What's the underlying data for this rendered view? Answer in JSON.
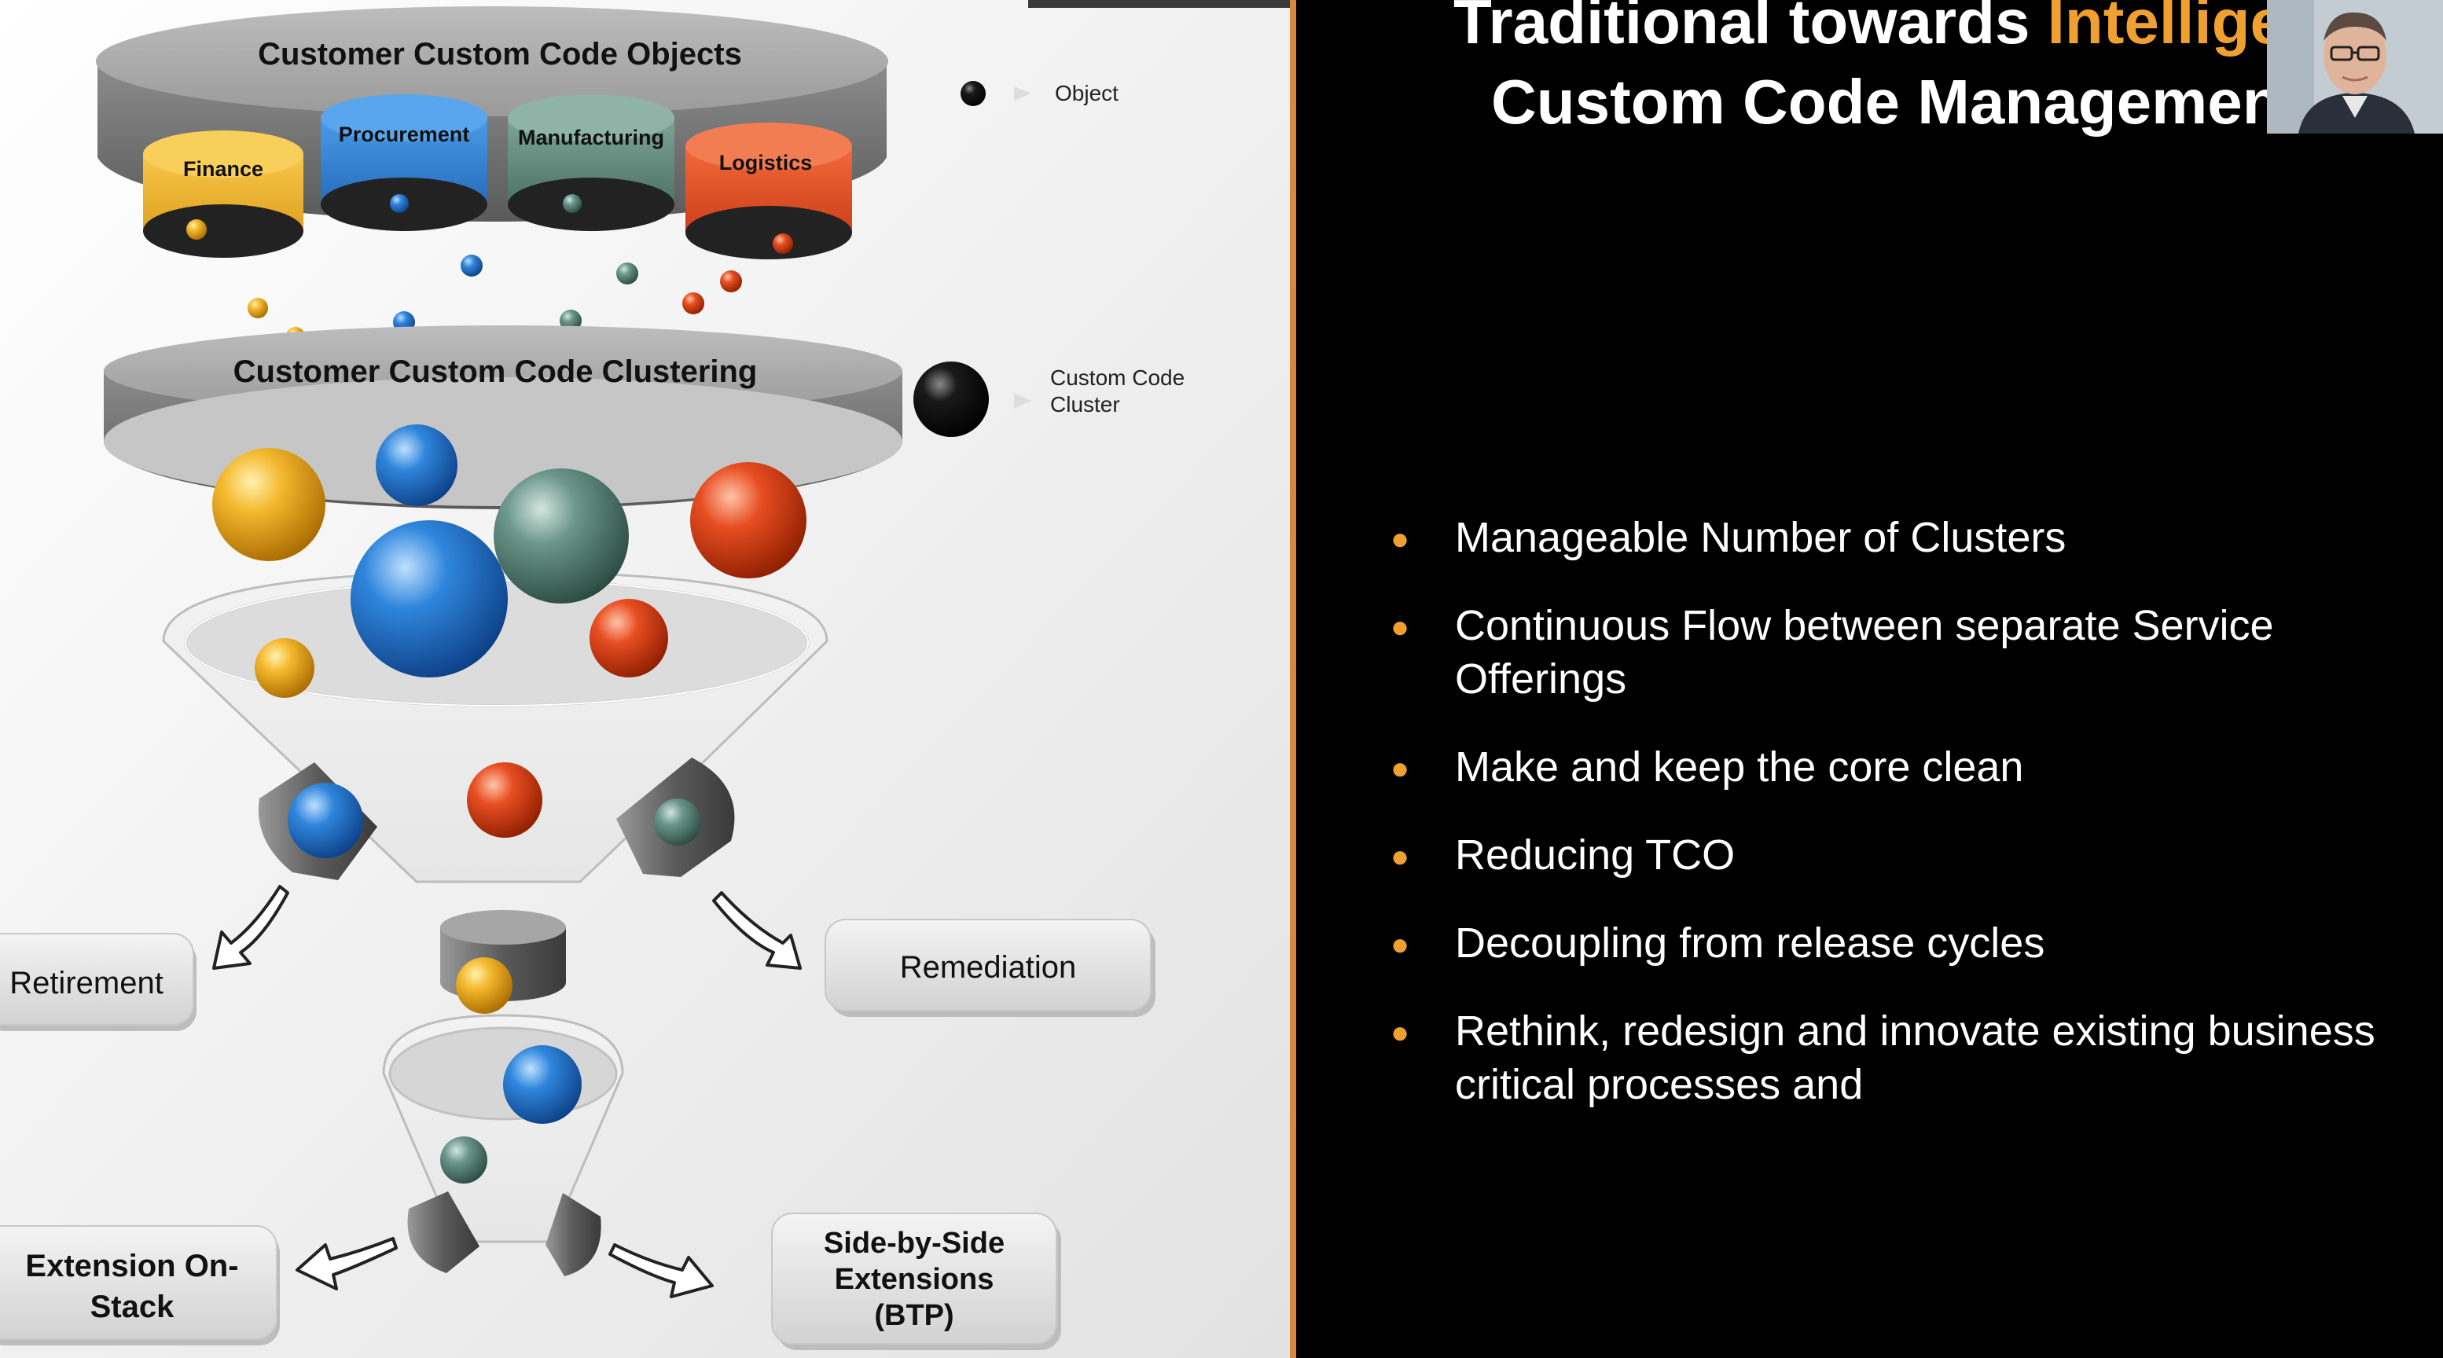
{
  "diagram": {
    "top_layer_title": "Customer Custom Code Objects",
    "categories": [
      "Finance",
      "Procurement",
      "Manufacturing",
      "Logistics"
    ],
    "legend_object": "Object",
    "legend_cluster_line1": "Custom Code",
    "legend_cluster_line2": "Cluster",
    "cluster_layer_title": "Customer Custom Code Clustering",
    "outcome_retirement": "Retirement",
    "outcome_remediation": "Remediation",
    "outcome_on_stack_line1": "Extension On-",
    "outcome_on_stack_line2": "Stack",
    "outcome_side_line1": "Side-by-Side",
    "outcome_side_line2": "Extensions",
    "outcome_side_line3": "(BTP)"
  },
  "slide": {
    "title_line1_a": "Traditional towards ",
    "title_line1_b": "Intelligent",
    "title_line2": "Custom Code Management",
    "bullets": [
      {
        "text": "Manageable Number of Clusters"
      },
      {
        "text": "Continuous Flow between separate Service Offerings"
      },
      {
        "text": "Make and keep the core clean"
      },
      {
        "text": "Reducing TCO"
      },
      {
        "text": "Decoupling from release cycles"
      },
      {
        "text": "Rethink, redesign and innovate existing business critical processes and"
      }
    ]
  },
  "colors": {
    "accent": "#f0a030",
    "finance": "#f3b42a",
    "procurement": "#2a7fd4",
    "manufacturing": "#5f8a7e",
    "logistics": "#e24a1e"
  }
}
